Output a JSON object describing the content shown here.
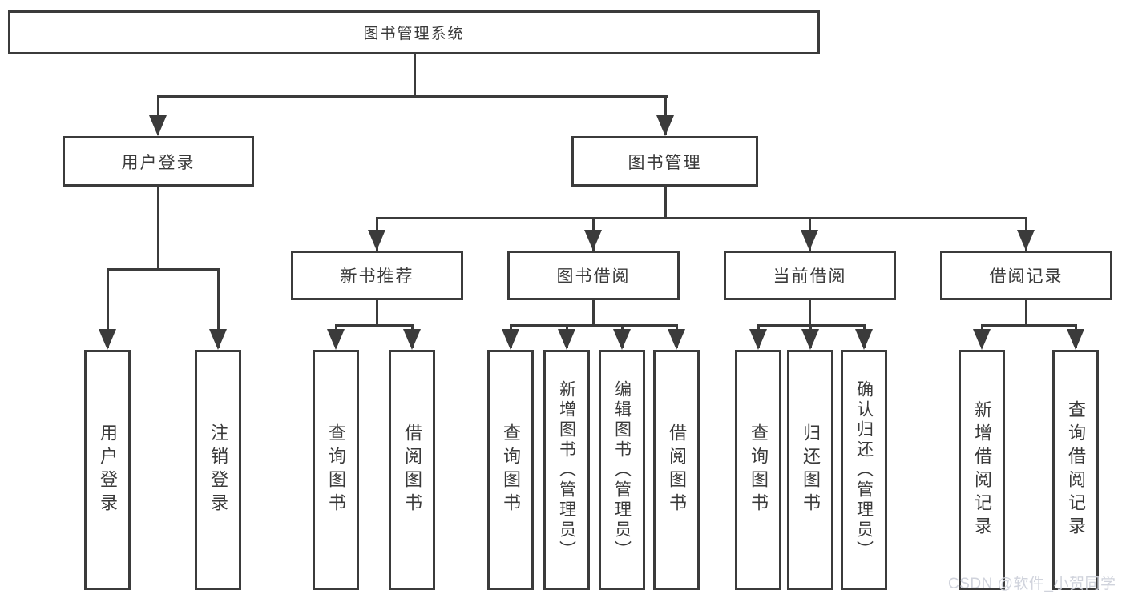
{
  "diagram_title": "图书管理系统",
  "nodes": {
    "root": "图书管理系统",
    "user_login": "用户登录",
    "book_management": "图书管理",
    "login": "用户登录",
    "logout": "注销登录",
    "new_book_rec": "新书推荐",
    "book_borrow": "图书借阅",
    "current_borrow": "当前借阅",
    "borrow_records": "借阅记录",
    "rec_query_books": "查询图书",
    "rec_borrow_books": "借阅图书",
    "bb_query_books": "查询图书",
    "bb_add_books": "新增图书（管理员）",
    "bb_edit_books": "编辑图书（管理员）",
    "bb_borrow_books": "借阅图书",
    "cb_query_books": "查询图书",
    "cb_return_books": "归还图书",
    "cb_confirm_return": "确认归还（管理员）",
    "br_add_record": "新增借阅记录",
    "br_query_record": "查询借阅记录"
  },
  "watermark": "CSDN @软件_小贺同学",
  "colors": {
    "line": "#3b3b3b",
    "text": "#3a3a3a",
    "background": "#ffffff",
    "watermark": "#cdd1da"
  }
}
